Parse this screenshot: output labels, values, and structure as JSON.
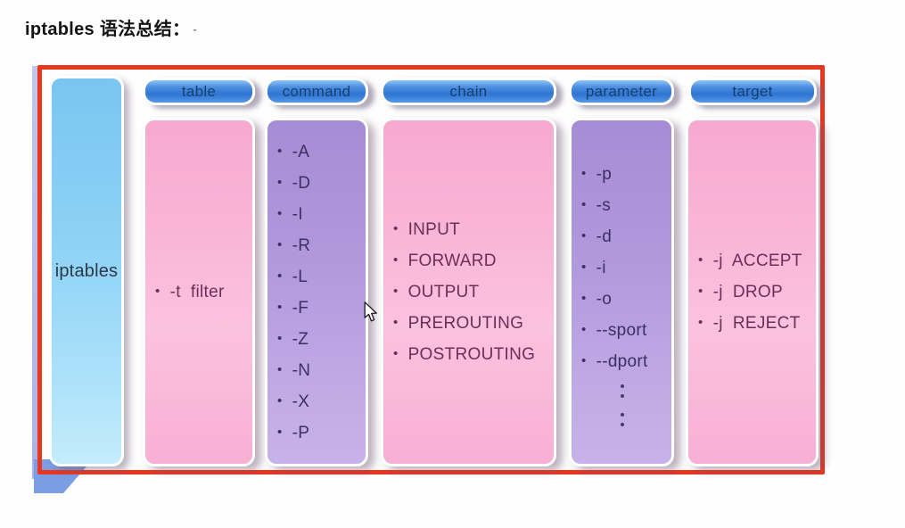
{
  "title": {
    "text": "iptables 语法总结：",
    "trailing_dash": "-"
  },
  "diagram": {
    "root_label": "iptables",
    "columns": [
      {
        "id": "table",
        "header": "table",
        "tone": "pink",
        "items": [
          "-t  filter"
        ]
      },
      {
        "id": "command",
        "header": "command",
        "tone": "purple",
        "items": [
          "-A",
          "-D",
          "-I",
          "-R",
          "-L",
          "-F",
          "-Z",
          "-N",
          "-X",
          "-P"
        ]
      },
      {
        "id": "chain",
        "header": "chain",
        "tone": "pink",
        "items": [
          "INPUT",
          "FORWARD",
          "OUTPUT",
          "PREROUTING",
          "POSTROUTING"
        ]
      },
      {
        "id": "parameter",
        "header": "parameter",
        "tone": "purple",
        "items": [
          "-p",
          "-s",
          "-d",
          "-i",
          "-o",
          "--sport",
          "--dport"
        ],
        "ellipsis": true
      },
      {
        "id": "target",
        "header": "target",
        "tone": "pink",
        "items": [
          "-j  ACCEPT",
          "-j  DROP",
          "-j  REJECT"
        ]
      }
    ],
    "colors": {
      "frame_red": "#e8361f",
      "header_blue": "#3c7ed6",
      "panel_pink": "#f8b1d4",
      "panel_purple": "#b29ade",
      "root_blue": "#8ed2f6",
      "accent_periwinkle": "#aab3e6",
      "accent_corner_blue": "#7b9de4"
    }
  }
}
